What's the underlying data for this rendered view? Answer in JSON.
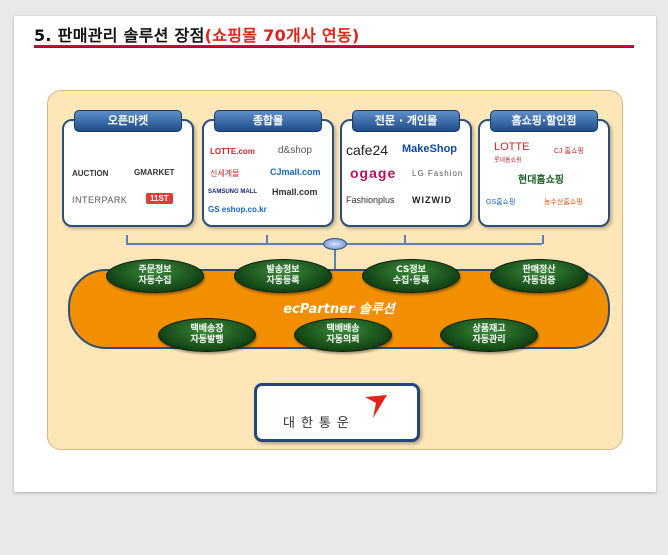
{
  "title": {
    "main": "5. 판매관리 솔루션 장점",
    "highlight": "(쇼핑몰 70개사 연동)"
  },
  "categories": [
    {
      "label": "오픈마켓",
      "logos": [
        "AUCTION",
        "GMARKET",
        "INTERPARK",
        "11ST"
      ]
    },
    {
      "label": "종합몰",
      "logos": [
        "LOTTE.com",
        "d&shop",
        "신세계몰",
        "CJmall.com",
        "SAMSUNG MALL",
        "Hmall.com",
        "GS eshop.co.kr"
      ]
    },
    {
      "label": "전문 · 개인몰",
      "logos": [
        "cafe24",
        "MakeShop",
        "ogage",
        "LG Fashion",
        "Fashionplus",
        "WIZWID"
      ]
    },
    {
      "label": "홈쇼핑·할인점",
      "logos": [
        "LOTTE",
        "롯데홈쇼핑",
        "CJ 홈쇼핑",
        "현대홈쇼핑",
        "GS홈쇼핑",
        "농수산홈쇼핑"
      ]
    }
  ],
  "solution": {
    "name": "ecPartner 솔루션"
  },
  "functions_top": [
    {
      "l1": "주문정보",
      "l2": "자동수집"
    },
    {
      "l1": "발송정보",
      "l2": "자동등록"
    },
    {
      "l1": "CS정보",
      "l2": "수집·등록"
    },
    {
      "l1": "판매정산",
      "l2": "자동검증"
    }
  ],
  "functions_bottom": [
    {
      "l1": "택배송장",
      "l2": "자동발행"
    },
    {
      "l1": "택배배송",
      "l2": "자동의뢰"
    },
    {
      "l1": "상품재고",
      "l2": "자동관리"
    }
  ],
  "target": {
    "name": "대한통운"
  },
  "colors": {
    "accent": "#e2231a",
    "band": "#f28f00",
    "pill": "#1b5e20",
    "header": "#1f4c8d",
    "panel": "#fde7b9"
  }
}
